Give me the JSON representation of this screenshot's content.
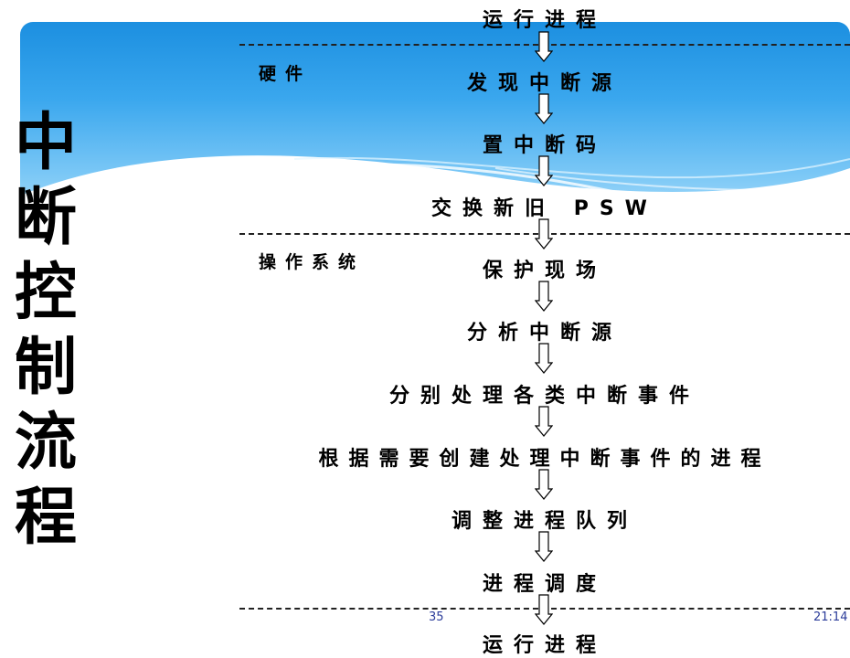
{
  "title_chars": [
    "中",
    "断",
    "控",
    "制",
    "流",
    "程"
  ],
  "zones": {
    "hardware": "硬件",
    "os": "操作系统"
  },
  "steps": [
    "运行进程",
    "发现中断源",
    "置中断码",
    "交换新旧 PSW",
    "保护现场",
    "分析中断源",
    "分别处理各类中断事件",
    "根据需要创建处理中断事件的进程",
    "调整进程队列",
    "进程调度",
    "运行进程"
  ],
  "footer": {
    "page_number": "35",
    "time": "21:14"
  },
  "colors": {
    "banner_top": "#1c8fe0",
    "banner_bottom": "#bfe6fc",
    "footer_text": "#2b3c9a"
  }
}
